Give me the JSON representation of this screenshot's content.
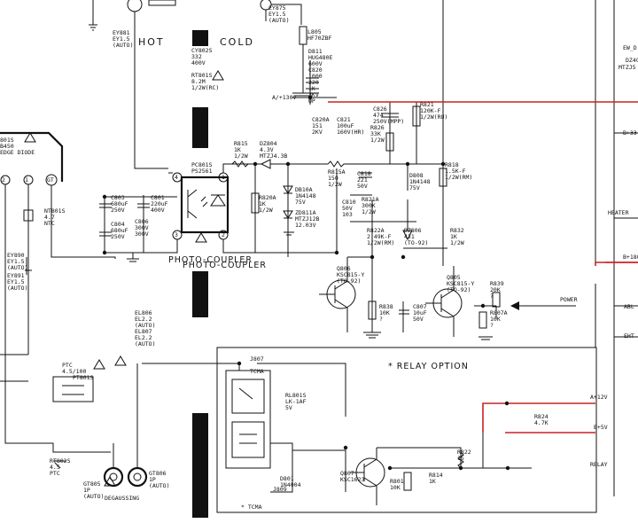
{
  "labels": {
    "hot": "HOT",
    "cold": "COLD",
    "photo_coupler": "PHOTO-COUPLER",
    "relay_option": "* RELAY OPTION"
  },
  "parts": {
    "ey881": [
      "EY881",
      "EY1.5",
      "(AUTO)"
    ],
    "ey875": [
      "EY875",
      "EY1.5",
      "(AUTO)"
    ],
    "l805": [
      "L805",
      "HF70ZBF"
    ],
    "db11": [
      "D811",
      "HUG480E",
      "600V",
      "C820",
      "1000",
      "220",
      "1K",
      "2KV",
      "UP"
    ],
    "a130v": "A/+130V",
    "cy802s": [
      "CY802S",
      "332",
      "400V"
    ],
    "rt801s": [
      "RT801S",
      "8.2M",
      "1/2W(RC)"
    ],
    "c820a": [
      "C820A",
      "151",
      "2KV"
    ],
    "c821": [
      "C821",
      "100uF",
      "160V(HR)"
    ],
    "c826": [
      "C826",
      "474",
      "250V(MPP)"
    ],
    "r821": [
      "R821",
      "120K-F",
      "1/2W(RU)"
    ],
    "r826": [
      "R826",
      "33K",
      "1/2W"
    ],
    "d801s": [
      "801S",
      "B450",
      "EDGE DIODE"
    ],
    "pc801s": [
      "PC801S",
      "PS2561"
    ],
    "r815": [
      "R815",
      "1K",
      "1/2W"
    ],
    "dz804": [
      "DZ804",
      "4.3V",
      "MTZJ4.3B"
    ],
    "r815a": [
      "R815A",
      "150",
      "1/2W"
    ],
    "c818": [
      "C818",
      "221",
      "50V"
    ],
    "d808": [
      "D808",
      "1N4148",
      "75V"
    ],
    "r818": [
      "R818",
      "1.5K-F",
      "1/2W(RM)"
    ],
    "c803": [
      "C803",
      "680uF",
      "250V"
    ],
    "c801": [
      "C801",
      "220uF",
      "400V"
    ],
    "c804": [
      "C804",
      "680uF",
      "250V"
    ],
    "c806": [
      "C806",
      "300V",
      "300V"
    ],
    "r820a": [
      "R820A",
      "1K",
      "1/2W"
    ],
    "db10a": [
      "DB10A",
      "1N4148",
      "75V"
    ],
    "zd811a": [
      "ZD811A",
      "MTZJ12B",
      "12.03V"
    ],
    "c810": [
      "C810",
      "50V",
      "103"
    ],
    "r821a": [
      "R821A",
      "300K",
      "1/2W"
    ],
    "r822a": [
      "R822A",
      "2.49K-F",
      "1/2W(RM)"
    ],
    "dz806": [
      "DZ806",
      "431",
      "(TO-92)"
    ],
    "nt801s": [
      "NT801S",
      "4.7",
      "NTC"
    ],
    "ey890": [
      "EY890",
      "EY1.5",
      "(AUTO)"
    ],
    "ey891": [
      "EY891",
      "EY1.5",
      "(AUTO)"
    ],
    "r832": [
      "R832",
      "1K",
      "1/2W"
    ],
    "q806": [
      "Q806",
      "KSC815-Y",
      "(TO-92)"
    ],
    "q805": [
      "Q805",
      "KSC815-Y",
      "(TO-92)"
    ],
    "r839": [
      "R839",
      "20K",
      "?"
    ],
    "r807a": [
      "R807A",
      "10K",
      "?"
    ],
    "r838": [
      "R838",
      "10K",
      "?"
    ],
    "c807": [
      "C807",
      "10uF",
      "50V"
    ],
    "power": "POWER",
    "el806": [
      "EL806",
      "EL2.2",
      "(AUTO)",
      "EL807",
      "EL2.2",
      "(AUTO)"
    ],
    "ptc": [
      "PTC",
      "4.5/100"
    ],
    "pt801s": "PT801S",
    "j807": [
      "J807",
      "TCMA"
    ],
    "rl801s": [
      "RL801S",
      "LK-1AF",
      "5V"
    ],
    "j809": "J809",
    "tcma": "* TCMA",
    "d801": [
      "D801",
      "1N4004"
    ],
    "q807": [
      "Q807",
      "KSC1623"
    ],
    "r801": [
      "R801",
      "10K"
    ],
    "r814": [
      "R814",
      "1K"
    ],
    "r822": [
      "R822",
      "15"
    ],
    "r824": [
      "R824",
      "4.7K"
    ],
    "rt802s": [
      "RT802S",
      "4.5",
      "PTC"
    ],
    "gt805": [
      "GT805",
      "1P",
      "(AUTO)"
    ],
    "degaussing": "DEGAUSSING",
    "gt806": [
      "GT806",
      "1P",
      "(AUTO)"
    ]
  },
  "connectors": {
    "ew_d": "EW_D",
    "dz4c": "DZ4C",
    "mtz": "MTZJ5",
    "b33": "B+33",
    "heater": "HEATER",
    "b180": "B+180",
    "abl": "ABL",
    "eht": "EHT",
    "a12v": "A+12V",
    "b5v": "B+5V",
    "relay": "RELAY"
  },
  "pins": {
    "p1": "1",
    "p2": "2",
    "p3": "3",
    "p4": "4",
    "gnd": "GT"
  },
  "colors": {
    "wire": "#111111",
    "highlight": "#cc2222",
    "background": "#ffffff"
  }
}
